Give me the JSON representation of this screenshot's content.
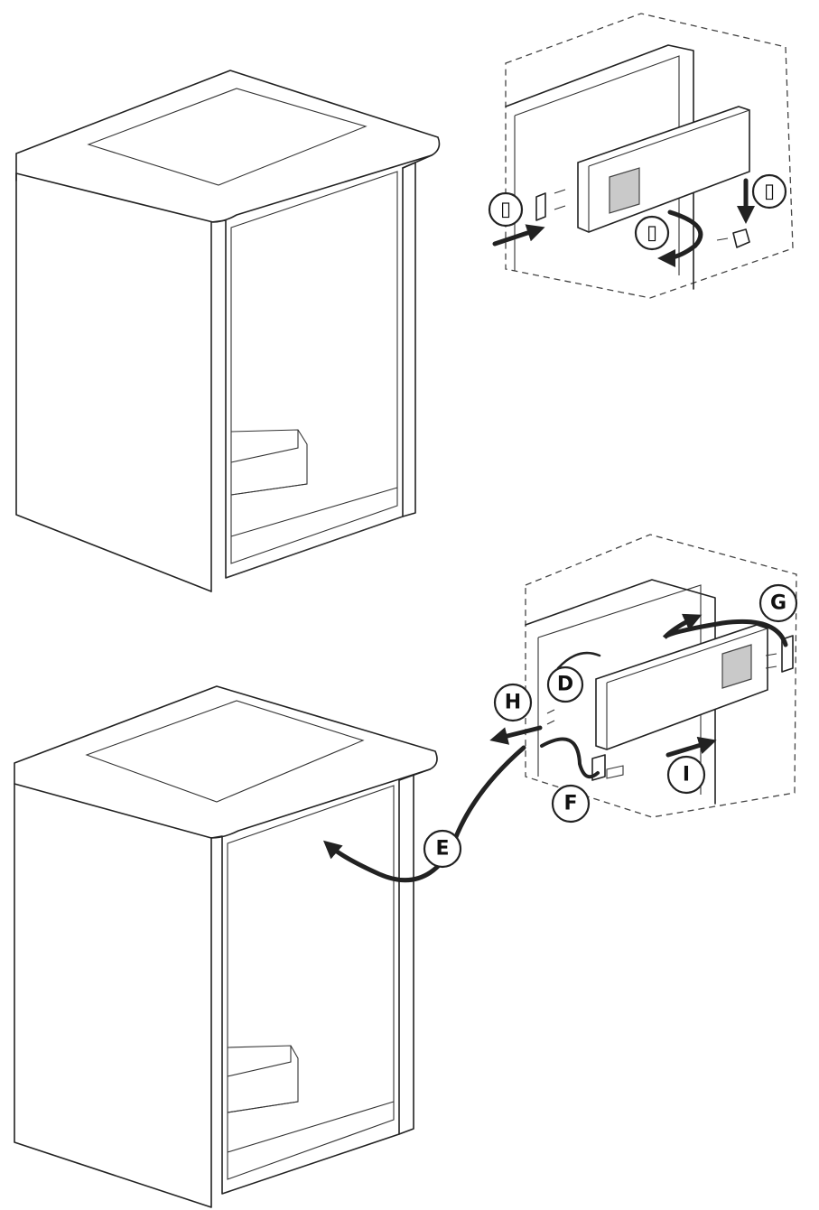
{
  "step1": {
    "callouts": {
      "left": "▯",
      "center": "▯",
      "right": "▯"
    }
  },
  "step2": {
    "callouts": {
      "D": "D",
      "E": "E",
      "F": "F",
      "G": "G",
      "H": "H",
      "I": "I"
    }
  },
  "colors": {
    "line": "#222222",
    "background": "#ffffff",
    "display_window": "#c9c9c9"
  }
}
